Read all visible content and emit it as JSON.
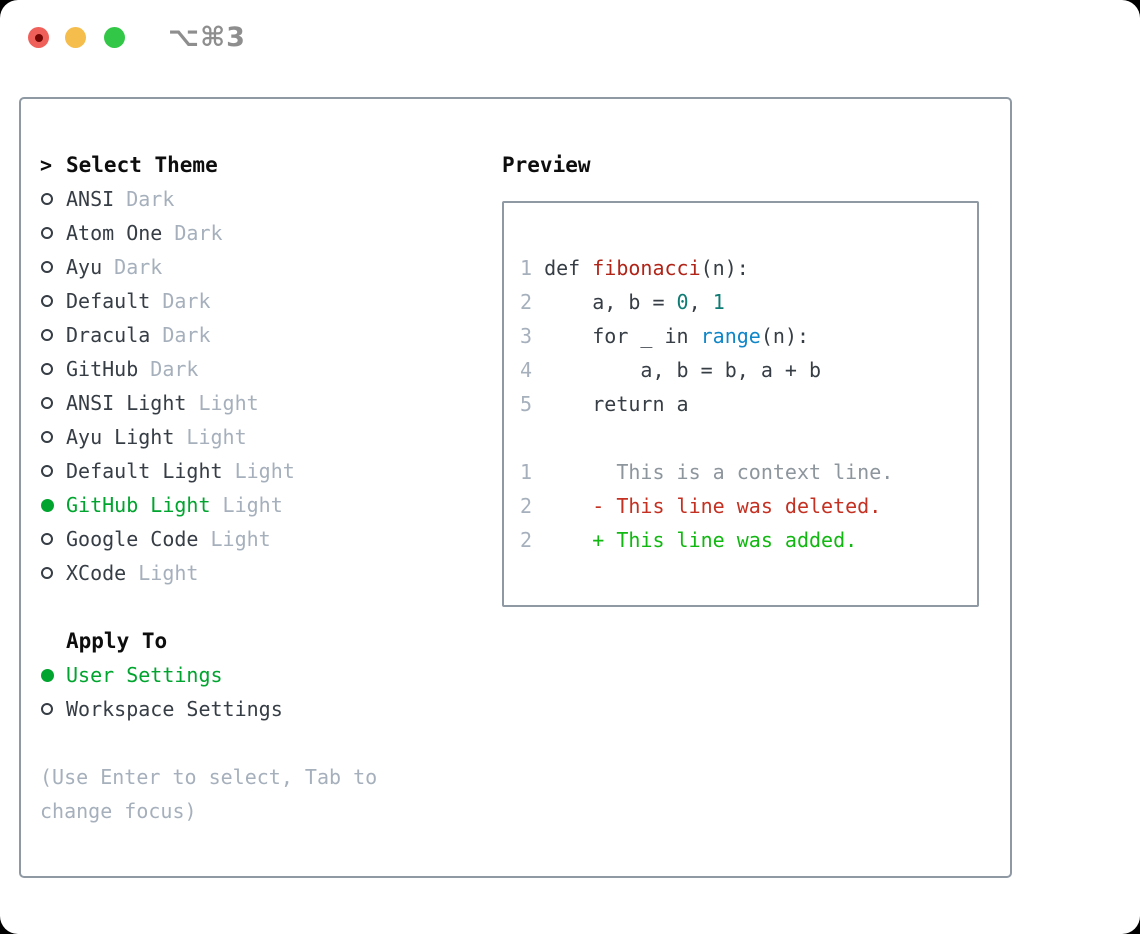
{
  "window": {
    "title": "⌥⌘3",
    "traffic_lights": [
      "close",
      "minimize",
      "zoom"
    ]
  },
  "colors": {
    "accent-green": "#00a42e",
    "heading": "#0d0d0d",
    "item-text": "#363d45",
    "muted": "#a6b0bc",
    "panel-border": "#8e99a4",
    "line-number": "#a6b0bc",
    "code-plain": "#363d45",
    "code-function": "#b12418",
    "code-number": "#0e7c74",
    "code-builtin": "#0f86c8",
    "diff-context": "#8d959d",
    "diff-deleted": "#c43122",
    "diff-added": "#12b812",
    "title-gray": "#8e8e8e",
    "traffic-red": "#f0605a",
    "traffic-red-dot": "#740603",
    "traffic-yellow": "#f5bd4b",
    "traffic-green": "#33c748"
  },
  "theme_panel": {
    "title": "Select Theme",
    "themes": [
      {
        "name": "ANSI",
        "variant": "Dark",
        "selected": false
      },
      {
        "name": "Atom One",
        "variant": "Dark",
        "selected": false
      },
      {
        "name": "Ayu",
        "variant": "Dark",
        "selected": false
      },
      {
        "name": "Default",
        "variant": "Dark",
        "selected": false
      },
      {
        "name": "Dracula",
        "variant": "Dark",
        "selected": false
      },
      {
        "name": "GitHub",
        "variant": "Dark",
        "selected": false
      },
      {
        "name": "ANSI Light",
        "variant": "Light",
        "selected": false
      },
      {
        "name": "Ayu Light",
        "variant": "Light",
        "selected": false
      },
      {
        "name": "Default Light",
        "variant": "Light",
        "selected": false
      },
      {
        "name": "GitHub Light",
        "variant": "Light",
        "selected": true
      },
      {
        "name": "Google Code",
        "variant": "Light",
        "selected": false
      },
      {
        "name": "XCode",
        "variant": "Light",
        "selected": false
      }
    ],
    "apply_to": {
      "title": "Apply To",
      "options": [
        {
          "name": "User Settings",
          "selected": true
        },
        {
          "name": "Workspace Settings",
          "selected": false
        }
      ]
    },
    "hint": "(Use Enter to select, Tab to change focus)"
  },
  "preview": {
    "title": "Preview",
    "code_lines": [
      {
        "num": "1",
        "segments": [
          {
            "color": "plain",
            "text": "def "
          },
          {
            "color": "red",
            "text": "fibonacci"
          },
          {
            "color": "plain",
            "text": "(n):"
          }
        ]
      },
      {
        "num": "2",
        "segments": [
          {
            "color": "plain",
            "text": "    a, b = "
          },
          {
            "color": "teal",
            "text": "0"
          },
          {
            "color": "plain",
            "text": ", "
          },
          {
            "color": "teal",
            "text": "1"
          }
        ]
      },
      {
        "num": "3",
        "segments": [
          {
            "color": "plain",
            "text": "    for _ in "
          },
          {
            "color": "blue",
            "text": "range"
          },
          {
            "color": "plain",
            "text": "(n):"
          }
        ]
      },
      {
        "num": "4",
        "segments": [
          {
            "color": "plain",
            "text": "        a, b = b, a + b"
          }
        ]
      },
      {
        "num": "5",
        "segments": [
          {
            "color": "plain",
            "text": "    return a"
          }
        ]
      }
    ],
    "diff_lines": [
      {
        "num": "1",
        "segments": [
          {
            "color": "context",
            "text": "      This is a context line."
          }
        ]
      },
      {
        "num": "2",
        "segments": [
          {
            "color": "deleted",
            "text": "    - This line was deleted."
          }
        ]
      },
      {
        "num": "2",
        "segments": [
          {
            "color": "added",
            "text": "    + This line was added."
          }
        ]
      }
    ]
  }
}
